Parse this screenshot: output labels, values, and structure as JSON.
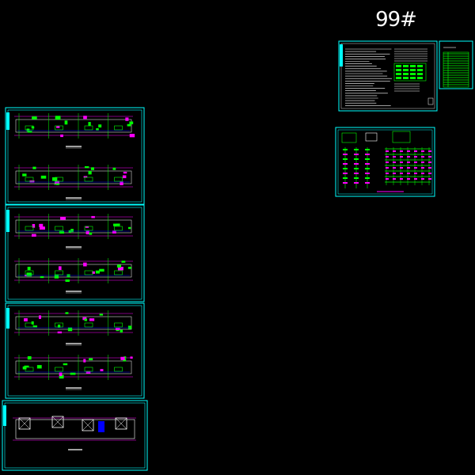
{
  "drawing_set": {
    "number_label": "99#"
  },
  "colors": {
    "background": "#000000",
    "frame": "#00ffff",
    "grid": "#00ff00",
    "dim": "#ff00ff",
    "blue": "#0000ff",
    "red": "#ff0000",
    "white": "#ffffff",
    "yellow": "#ffff00"
  },
  "sheets": [
    {
      "id": "floor-plan-sheet-1",
      "type": "dual-plan"
    },
    {
      "id": "floor-plan-sheet-2",
      "type": "dual-plan"
    },
    {
      "id": "floor-plan-sheet-3",
      "type": "dual-plan"
    },
    {
      "id": "roof-plan-sheet",
      "type": "single-plan"
    },
    {
      "id": "notes-sheet",
      "type": "notes"
    },
    {
      "id": "index-table-sheet",
      "type": "table"
    },
    {
      "id": "schedule-sheet",
      "type": "schedule"
    }
  ]
}
